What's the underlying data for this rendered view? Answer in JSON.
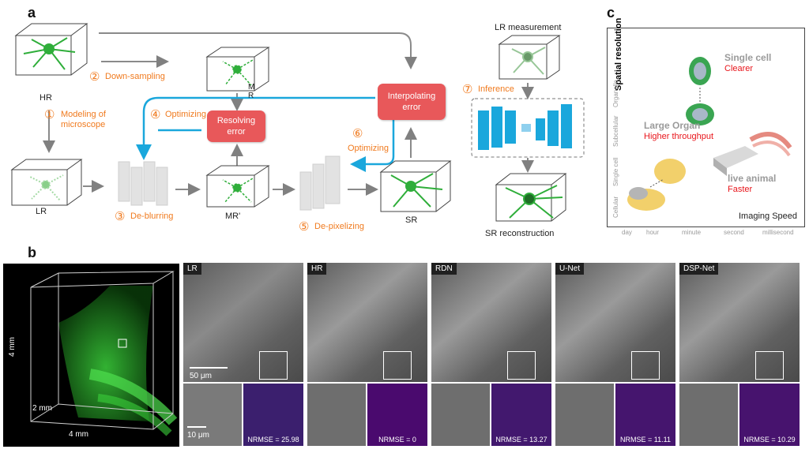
{
  "panel_a": {
    "letter": "a",
    "hr": "HR",
    "lr": "LR",
    "mr_prime": "MR'",
    "mr": "M\nR",
    "sr": "SR",
    "steps": {
      "s1_num": "①",
      "s1": "Modeling of\nmicroscope",
      "s2_num": "②",
      "s2": "Down-sampling",
      "s3_num": "③",
      "s3": "De-blurring",
      "s4_num": "④",
      "s4": "Optimizing",
      "s5_num": "⑤",
      "s5": "De-pixelizing",
      "s6_num": "⑥",
      "s6": "Optimizing",
      "s7_num": "⑦",
      "s7": "Inference"
    },
    "resolving_error": "Resolving\nerror",
    "interpolating_error": "Interpolating\nerror",
    "lr_measurement": "LR measurement",
    "sr_reconstruction": "SR reconstruction"
  },
  "panel_b": {
    "letter": "b",
    "vol_z": "4 mm",
    "vol_y": "2 mm",
    "vol_x": "4 mm",
    "scale_main": "50 μm",
    "scale_inset": "10 μm",
    "columns": [
      {
        "label": "LR",
        "nrmse": "NRMSE = 25.98"
      },
      {
        "label": "HR",
        "nrmse": "NRMSE = 0"
      },
      {
        "label": "RDN",
        "nrmse": "NRMSE = 13.27"
      },
      {
        "label": "U-Net",
        "nrmse": "NRMSE = 11.11"
      },
      {
        "label": "DSP-Net",
        "nrmse": "NRMSE = 10.29"
      }
    ]
  },
  "panel_c": {
    "letter": "c",
    "y_axis": "Spatial resolution",
    "x_axis": "Imaging Speed",
    "y_ticks": [
      "Cellular",
      "Single cell",
      "Subcellular",
      "Organelle"
    ],
    "x_ticks": [
      "day",
      "hour",
      "minute",
      "second",
      "millisecond"
    ],
    "single_cell": "Single cell",
    "clearer": "Clearer",
    "large_organ": "Large Organ",
    "higher_throughput": "Higher throughput",
    "live_animal": "live animal",
    "faster": "Faster"
  },
  "colors": {
    "orange": "#f07a1e",
    "blue_arrow": "#1aa7dc",
    "error_box": "#e8585a",
    "neuron_green": "#2fae3a"
  }
}
